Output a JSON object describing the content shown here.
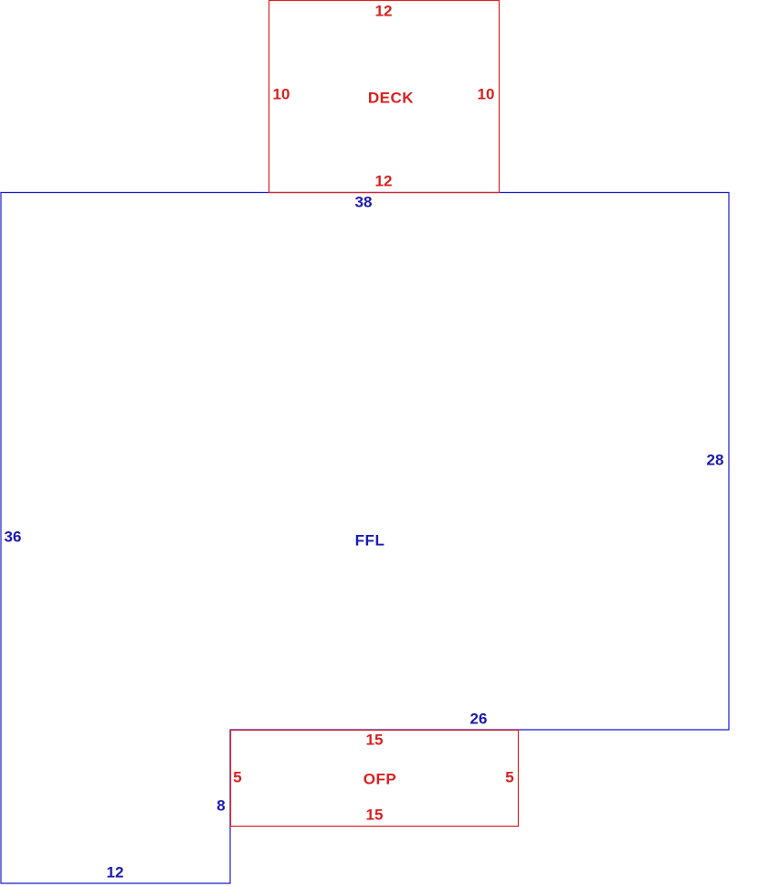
{
  "colors": {
    "deck": "#d91f1f",
    "ffl": "#1a1aae",
    "ofp": "#d91f1f",
    "background": "#ffffff"
  },
  "areas": {
    "deck": {
      "name": "DECK",
      "dims": {
        "top": "12",
        "left": "10",
        "right": "10",
        "bottom": "12"
      }
    },
    "ffl": {
      "name": "FFL",
      "dims": {
        "top": "38",
        "right": "28",
        "step_bottom": "26",
        "step_side": "8",
        "bottom": "12",
        "left": "36"
      }
    },
    "ofp": {
      "name": "OFP",
      "dims": {
        "top": "15",
        "left": "5",
        "right": "5",
        "bottom": "15"
      }
    }
  }
}
